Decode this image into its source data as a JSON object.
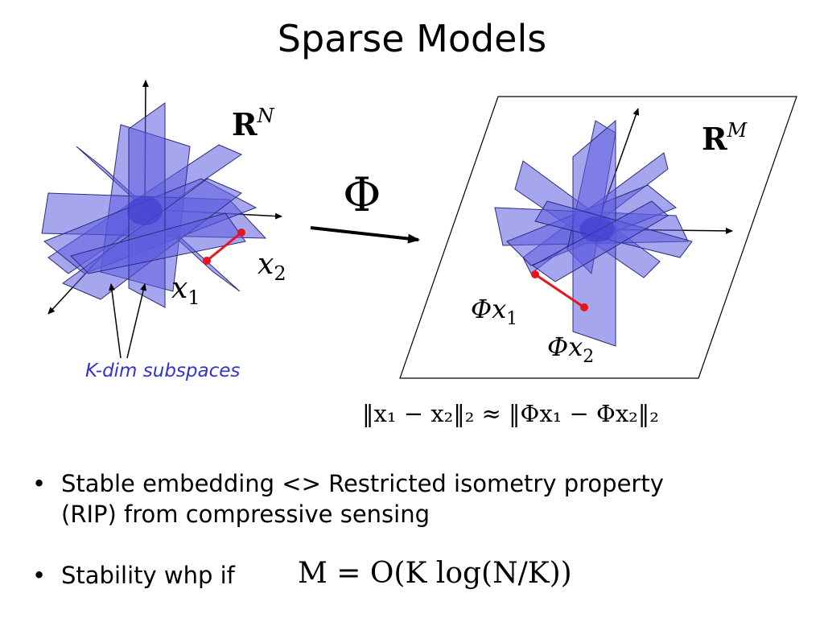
{
  "title": "Sparse Models",
  "diagram": {
    "left_space_label": {
      "base": "R",
      "sup": "N"
    },
    "right_space_label": {
      "base": "R",
      "sup": "M"
    },
    "mapping_symbol": "Φ",
    "x1_label": {
      "base": "x",
      "sub": "1"
    },
    "x2_label": {
      "base": "x",
      "sub": "2"
    },
    "phi_x1_label": {
      "base": "Φx",
      "sub": "1"
    },
    "phi_x2_label": {
      "base": "Φx",
      "sub": "2"
    },
    "subspaces_caption": "K-dim subspaces",
    "isometry_equation": "‖x₁ − x₂‖₂ ≈ ‖Φx₁ − Φx₂‖₂",
    "colors": {
      "plane_fill": "#5c5ce0",
      "plane_stroke": "#2b2b7a",
      "segment": "#e8141b",
      "caption": "#3333cc"
    }
  },
  "bullets": [
    {
      "line1": "Stable embedding <> Restricted isometry property",
      "line2": "(RIP) from compressive sensing"
    },
    {
      "text": "Stability whp if",
      "formula": "M = O(K log(N/K))"
    }
  ]
}
